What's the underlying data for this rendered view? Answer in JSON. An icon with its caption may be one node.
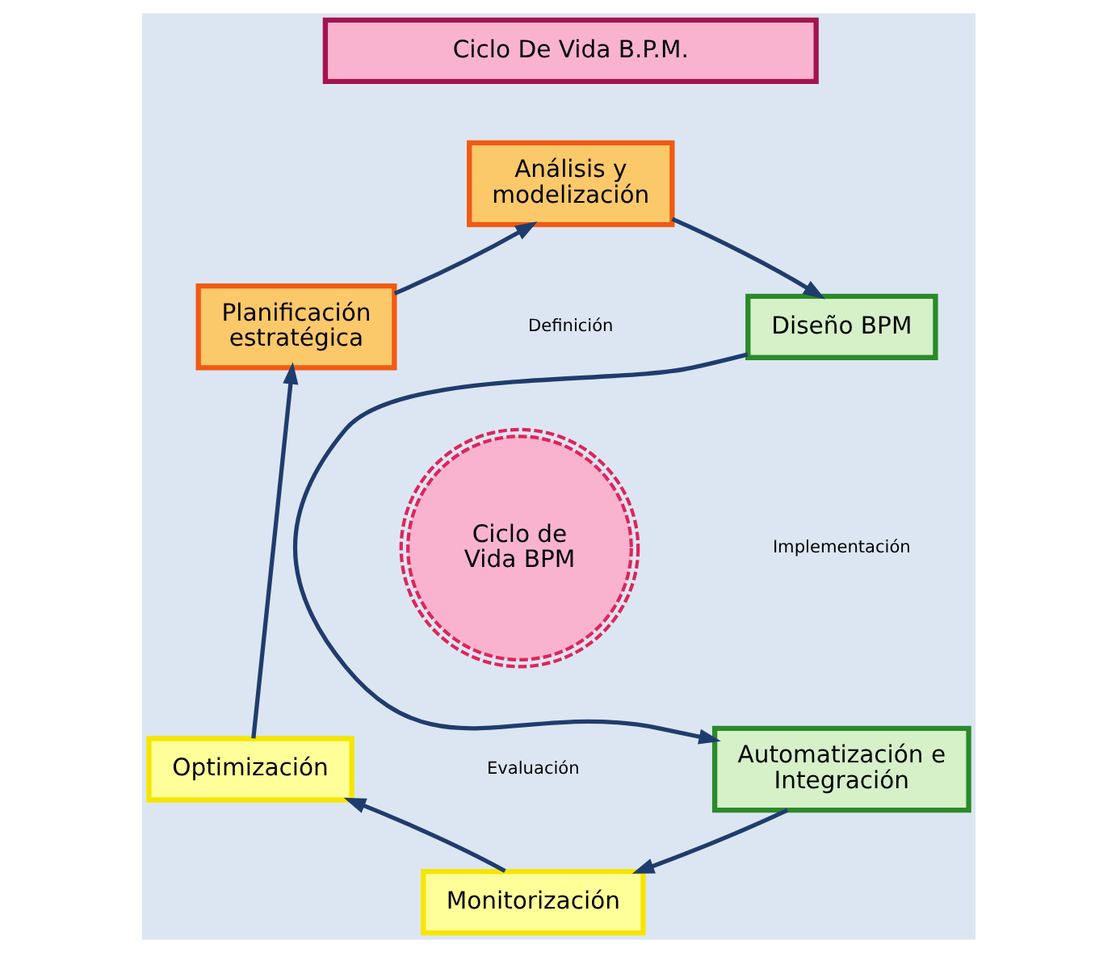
{
  "diagram": {
    "nodes": [
      {
        "text": [
          "Ciclo De Vida B.P.M."
        ]
      },
      {
        "text": [
          "Análisis y modelización"
        ]
      },
      {
        "text": [
          "Diseño BPM"
        ]
      },
      {
        "text": [
          "Automatización e Integración"
        ]
      },
      {
        "text": [
          "Monitorización"
        ]
      },
      {
        "text": [
          "Optimización"
        ]
      },
      {
        "text": [
          "Planificación estratégica"
        ]
      },
      {
        "text": [
          "Ciclo de Vida BPM"
        ]
      }
    ],
    "edges": [
      {
        "from": 6,
        "to": 1,
        "arrow": "to"
      },
      {
        "from": 1,
        "to": 2,
        "arrow": "to"
      },
      {
        "from": 2,
        "to": 3,
        "arrow": "to"
      },
      {
        "from": 3,
        "to": 4,
        "arrow": "to"
      },
      {
        "from": 4,
        "to": 5,
        "arrow": "to"
      },
      {
        "from": 5,
        "to": 6,
        "arrow": "to"
      }
    ],
    "labels": [
      "Definición",
      "Implementación",
      "Evaluación"
    ]
  }
}
